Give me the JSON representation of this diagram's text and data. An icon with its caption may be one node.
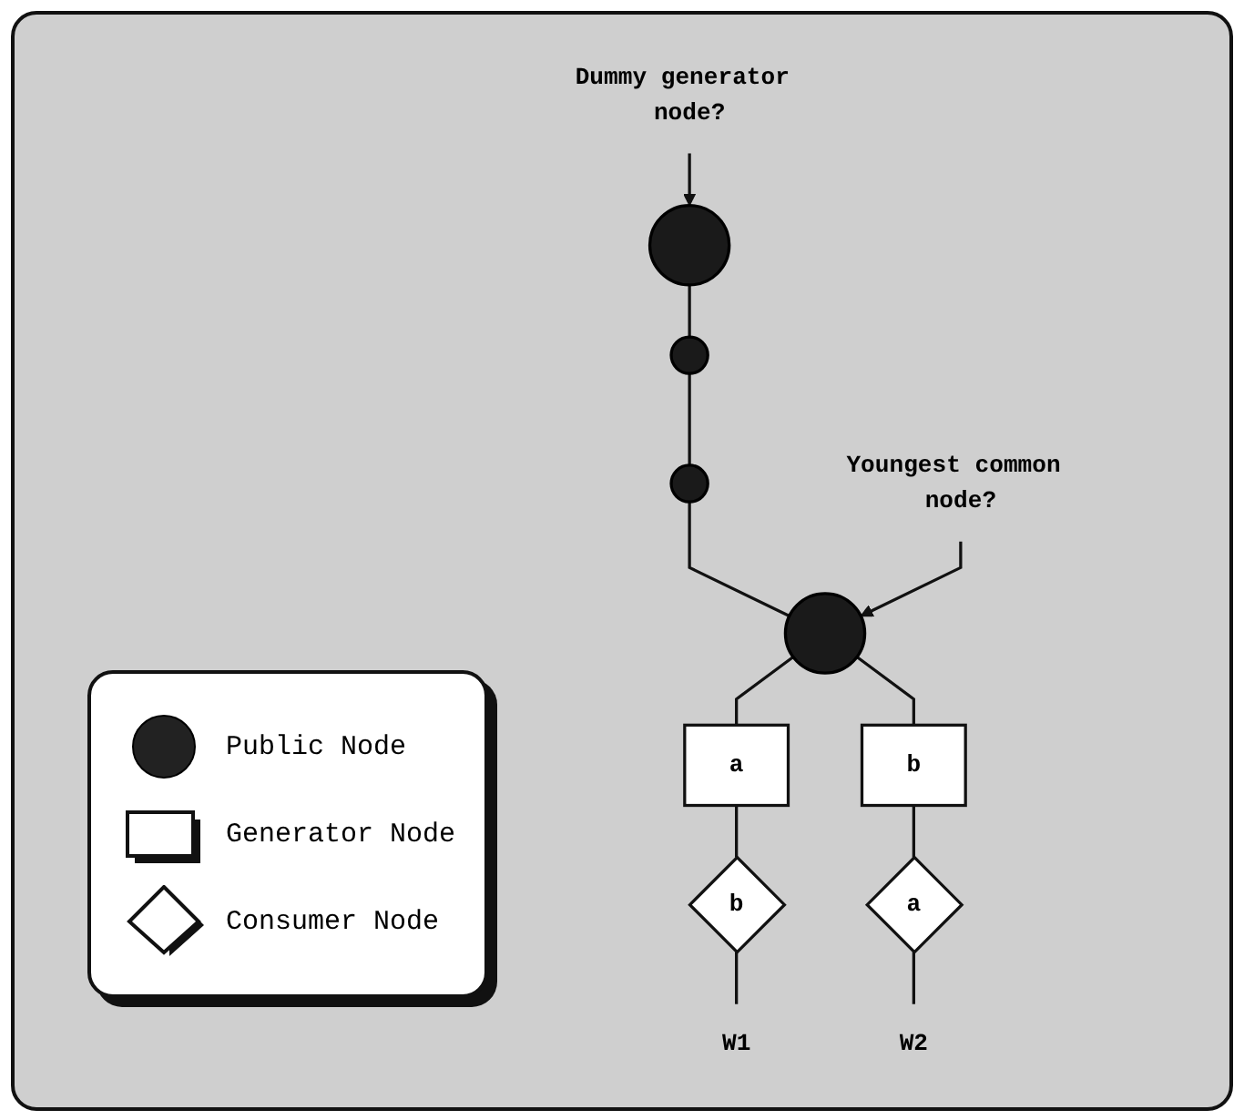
{
  "diagram": {
    "nodes": [
      {
        "text": [
          "Dummy generator node?"
        ]
      },
      {
        "text": [],
        "shape": "circle"
      },
      {
        "text": [],
        "shape": "circle"
      },
      {
        "text": [],
        "shape": "circle"
      },
      {
        "text": [
          "Youngest common node?"
        ]
      },
      {
        "text": [],
        "shape": "circle"
      },
      {
        "text": [
          "a"
        ]
      },
      {
        "text": [
          "b"
        ]
      },
      {
        "text": [
          "b"
        ]
      },
      {
        "text": [
          "a"
        ]
      },
      {
        "text": [
          "W1"
        ]
      },
      {
        "text": [
          "W2"
        ]
      }
    ],
    "edges": [
      {
        "from": 0,
        "to": 1,
        "arrow": "to"
      },
      {
        "from": 1,
        "to": 2,
        "arrow": "none"
      },
      {
        "from": 2,
        "to": 3,
        "arrow": "none"
      },
      {
        "from": 3,
        "to": 5,
        "arrow": "none"
      },
      {
        "from": 4,
        "to": 5,
        "arrow": "to"
      },
      {
        "from": 5,
        "to": 6,
        "arrow": "none"
      },
      {
        "from": 5,
        "to": 7,
        "arrow": "none"
      },
      {
        "from": 6,
        "to": 8,
        "arrow": "none"
      },
      {
        "from": 7,
        "to": 9,
        "arrow": "none"
      },
      {
        "from": 8,
        "to": 10,
        "arrow": "none"
      },
      {
        "from": 9,
        "to": 11,
        "arrow": "none"
      }
    ],
    "legend": [
      {
        "text": "Public Node"
      },
      {
        "text": "Generator Node"
      },
      {
        "text": "Consumer Node"
      }
    ]
  }
}
